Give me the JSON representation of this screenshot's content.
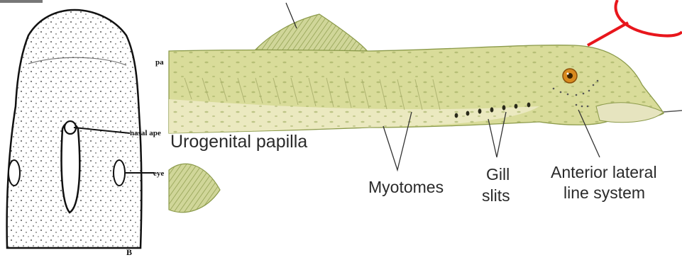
{
  "left_panel": {
    "nasal_label": "nasal ape",
    "eye_label": "eye",
    "figure_letter": "B",
    "cut_label": "pa"
  },
  "main_panel": {
    "labels": {
      "urogenital": "Urogenital papilla",
      "myotomes": "Myotomes",
      "gill_line1": "Gill",
      "gill_line2": "slits",
      "anterior_line1": "Anterior lateral",
      "anterior_line2": "line system"
    }
  },
  "colors": {
    "body_fill": "#d9dc9a",
    "belly_fill": "#eceac4",
    "fin_fill": "#c8d08a",
    "outline": "#8b9a4a",
    "red_mark": "#e8161c",
    "eye_iris": "#d98a1e"
  }
}
